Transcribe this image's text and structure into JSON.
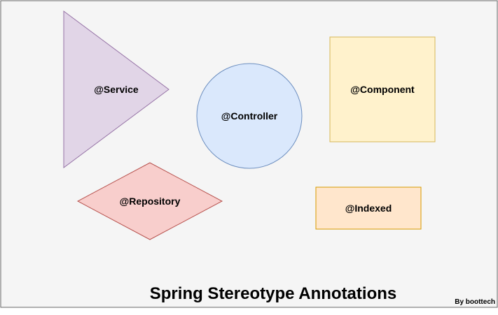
{
  "diagram": {
    "title": "Spring Stereotype Annotations",
    "credit": "By boottech",
    "background_color": "#f5f5f5",
    "border_color": "#666666",
    "shapes": {
      "service": {
        "label": "@Service",
        "fill": "#e1d5e7",
        "stroke": "#9673a6"
      },
      "controller": {
        "label": "@Controller",
        "fill": "#dae8fc",
        "stroke": "#6c8ebf"
      },
      "component": {
        "label": "@Component",
        "fill": "#fff2cc",
        "stroke": "#d6b656"
      },
      "repository": {
        "label": "@Repository",
        "fill": "#f8cecc",
        "stroke": "#b85450"
      },
      "indexed": {
        "label": "@Indexed",
        "fill": "#ffe6cc",
        "stroke": "#d79b00"
      }
    }
  }
}
